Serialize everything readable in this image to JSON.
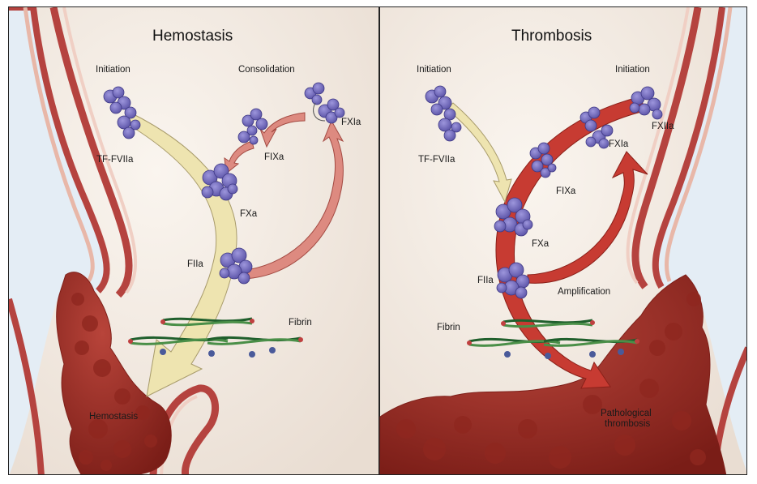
{
  "panels": {
    "left": {
      "title": "Hemostasis",
      "labels": {
        "initiation": "Initiation",
        "consolidation": "Consolidation",
        "tf_fviia": "TF-FVIIa",
        "fxia": "FXIa",
        "fixa": "FIXa",
        "fxa": "FXa",
        "fiia": "FIIa",
        "fibrin": "Fibrin",
        "clot": "Hemostasis"
      }
    },
    "right": {
      "title": "Thrombosis",
      "labels": {
        "initiation_1": "Initiation",
        "initiation_2": "Initiation",
        "tf_fviia": "TF-FVIIa",
        "fxiia": "FXIIa",
        "fxia": "FXIa",
        "fixa": "FIXa",
        "fxa": "FXa",
        "fiia": "FIIa",
        "amplification": "Amplification",
        "fibrin": "Fibrin",
        "clot_line1": "Pathological",
        "clot_line2": "thrombosis"
      }
    }
  },
  "colors": {
    "background": "#f4ede6",
    "vessel_wall": "#b5433f",
    "vessel_inner": "#e8b7a8",
    "vessel_lumen": "#e3ecf4",
    "clot": "#a63229",
    "clot_dark": "#7e1f19",
    "protein": "#7c74c4",
    "protein_dark": "#4f4895",
    "arrow_yellow": "#eee4b0",
    "arrow_red": "#c73b32",
    "arrow_pink": "#dd8a80",
    "fibrin_green": "#4a8f48",
    "divider": "#222222"
  }
}
